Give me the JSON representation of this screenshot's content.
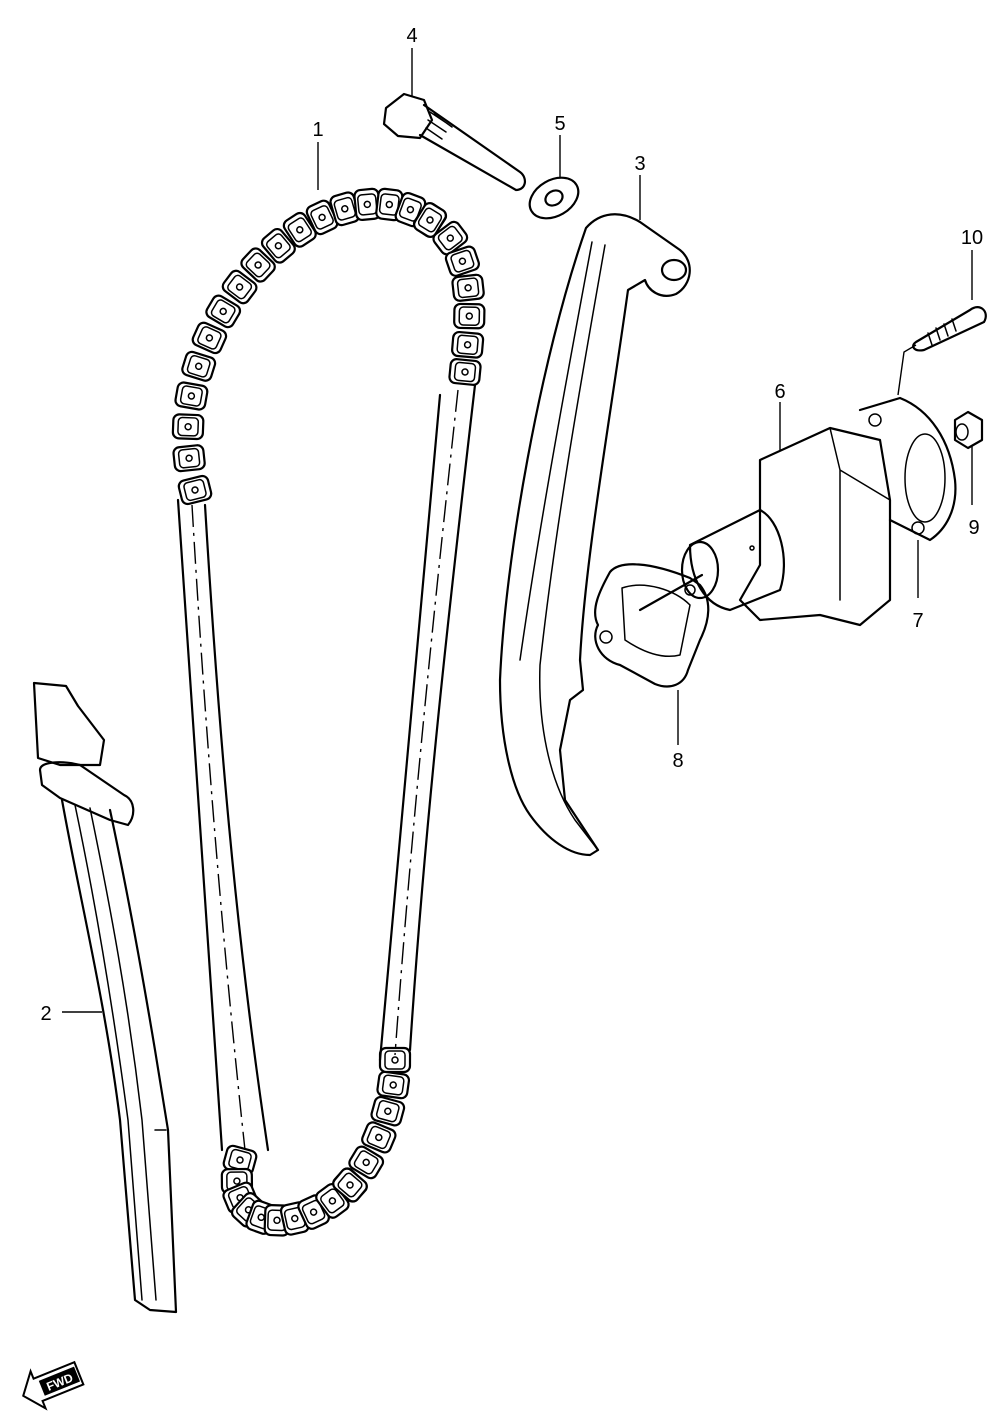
{
  "diagram": {
    "callouts": [
      {
        "id": "1",
        "text": "1"
      },
      {
        "id": "2",
        "text": "2"
      },
      {
        "id": "3",
        "text": "3"
      },
      {
        "id": "4",
        "text": "4"
      },
      {
        "id": "5",
        "text": "5"
      },
      {
        "id": "6",
        "text": "6"
      },
      {
        "id": "7",
        "text": "7"
      },
      {
        "id": "8",
        "text": "8"
      },
      {
        "id": "9",
        "text": "9"
      },
      {
        "id": "10",
        "text": "10"
      }
    ],
    "direction_marker": {
      "text": "FWD",
      "icon": "forward-arrow-icon"
    }
  }
}
